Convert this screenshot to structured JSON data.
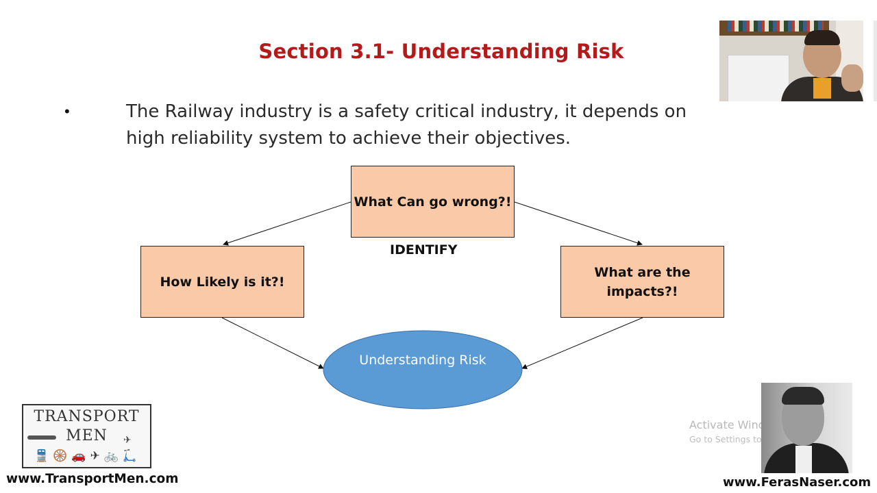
{
  "slide": {
    "title": "Section 3.1- Understanding Risk",
    "bullet_symbol": "•",
    "bullet_text": "The Railway industry is a safety critical industry, it depends on high reliability system to achieve their objectives."
  },
  "diagram": {
    "top_box": "What Can go wrong?!",
    "left_box": "How Likely is it?!",
    "right_box": "What are the impacts?!",
    "identify_label": "IDENTIFY",
    "center_ellipse": "Understanding Risk",
    "box_color": "#f9c9a8",
    "ellipse_color": "#5b9bd5"
  },
  "branding": {
    "logo_line1": "TRANSPORT",
    "logo_line2": "MEN",
    "logo_icons": "🚆🛞🚗✈🚲🛴",
    "left_url": "www.TransportMen.com",
    "right_url": "www.FerasNaser.com"
  },
  "watermark": {
    "line1": "Activate Windows",
    "line2": "Go to Settings to activate Windows."
  },
  "overlays": {
    "webcam": "presenter-webcam",
    "photo": "presenter-photo"
  }
}
